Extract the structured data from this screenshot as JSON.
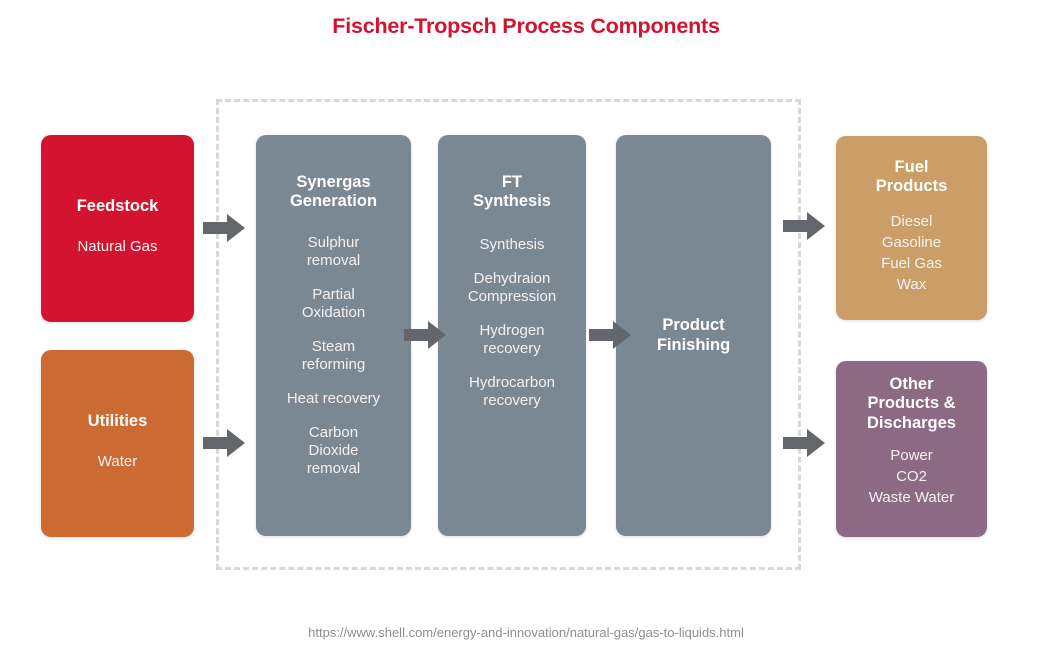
{
  "title": "Fischer-Tropsch Process Components",
  "source_url": "https://www.shell.com/energy-and-innovation/natural-gas/gas-to-liquids.html",
  "colors": {
    "title": "#D3132F",
    "feedstock": "#D3132F",
    "utilities": "#CB6B33",
    "process": "#7A8894",
    "fuel_products": "#CB9D67",
    "other_products": "#8C6A83",
    "arrow": "#63666A",
    "dashed_boundary": "#D8D8D8"
  },
  "inputs": [
    {
      "id": "feedstock",
      "title": "Feedstock",
      "items": [
        "Natural Gas"
      ]
    },
    {
      "id": "utilities",
      "title": "Utilities",
      "items": [
        "Water"
      ]
    }
  ],
  "process_stages": [
    {
      "id": "synergas-generation",
      "title": "Synergas\nGeneration",
      "title_lines": [
        "Synergas",
        "Generation"
      ],
      "items": [
        "Sulphur\nremoval",
        "Partial\nOxidation",
        "Steam\nreforming",
        "Heat recovery",
        "Carbon\nDioxide\nremoval"
      ],
      "item_lines": [
        [
          "Sulphur",
          "removal"
        ],
        [
          "Partial",
          "Oxidation"
        ],
        [
          "Steam",
          "reforming"
        ],
        [
          "Heat recovery"
        ],
        [
          "Carbon",
          "Dioxide",
          "removal"
        ]
      ]
    },
    {
      "id": "ft-synthesis",
      "title": "FT\nSynthesis",
      "title_lines": [
        "FT",
        "Synthesis"
      ],
      "items": [
        "Synthesis",
        "Dehydraion\nCompression",
        "Hydrogen\nrecovery",
        "Hydrocarbon\nrecovery"
      ],
      "item_lines": [
        [
          "Synthesis"
        ],
        [
          "Dehydraion",
          "Compression"
        ],
        [
          "Hydrogen",
          "recovery"
        ],
        [
          "Hydrocarbon",
          "recovery"
        ]
      ]
    },
    {
      "id": "product-finishing",
      "title": "Product\nFinishing",
      "title_lines": [
        "Product",
        "Finishing"
      ],
      "items": [],
      "item_lines": []
    }
  ],
  "outputs": [
    {
      "id": "fuel-products",
      "title": "Fuel\nProducts",
      "title_lines": [
        "Fuel",
        "Products"
      ],
      "items": [
        "Diesel",
        "Gasoline",
        "Fuel Gas",
        "Wax"
      ]
    },
    {
      "id": "other-products",
      "title": "Other\nProducts &\nDischarges",
      "title_lines": [
        "Other",
        "Products &",
        "Discharges"
      ],
      "items": [
        "Power",
        "CO2",
        "Waste Water"
      ]
    }
  ],
  "arrows": [
    {
      "id": "feedstock-to-synergas",
      "from": "Feedstock",
      "to": "Synergas Generation"
    },
    {
      "id": "utilities-to-synergas",
      "from": "Utilities",
      "to": "Synergas Generation"
    },
    {
      "id": "synergas-to-ft",
      "from": "Synergas Generation",
      "to": "FT Synthesis"
    },
    {
      "id": "ft-to-product-finishing",
      "from": "FT Synthesis",
      "to": "Product Finishing"
    },
    {
      "id": "product-finishing-to-fuel",
      "from": "Product Finishing",
      "to": "Fuel Products"
    },
    {
      "id": "product-finishing-to-other",
      "from": "Product Finishing",
      "to": "Other Products & Discharges"
    }
  ]
}
